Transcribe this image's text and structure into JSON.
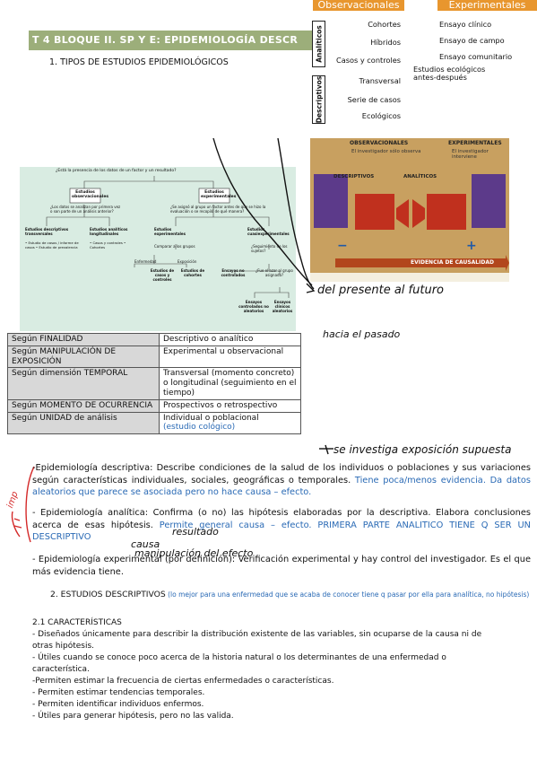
{
  "title": "T 4 BLOQUE II. SP Y E: EPIDEMIOLOGÍA DESCR",
  "heading1": "1.   TIPOS DE ESTUDIOS EPIDEMIOLÓGICOS",
  "classification": {
    "obs_header": "Observacionales",
    "exp_header": "Experimentales",
    "analiticos_label": "Analíticos",
    "descriptivos_label": "Descriptivos",
    "obs_items": [
      "Cohortes",
      "Híbridos",
      "Casos y controles",
      "Transversal",
      "Serie de casos",
      "Ecológicos"
    ],
    "exp_items": [
      "Ensayo clínico",
      "Ensayo de campo",
      "Ensayo comunitario",
      "Estudios ecológicos",
      "antes-después"
    ]
  },
  "flowchart": {
    "top": "¿Está la presencia de los datos de un factor y un resultado?",
    "yes": "Sí",
    "no": "No",
    "left_box": "Estudios observacionales",
    "right_box": "Estudios experimentales",
    "q_left": "¿Los datos se analizan por primera vez o son parte de un análisis anterior?",
    "q_right": "¿Se asignó al grupo un factor antes de que se hizo la evaluación o se recopiló de qué manera?",
    "b1": "Estudios descriptivos transversales",
    "b2": "Estudios analíticos longitudinales",
    "b3": "Estudios experimentales",
    "b4": "Estudios cuasiexperimentales",
    "l1": "• Estudio de casos / informe de casos • Estudio de prevalencia",
    "l2": "• Casos y controles • Cohortes",
    "m1": "Comparar a los grupos",
    "m2": "¿Seguimiento de los sujetos?",
    "e1": "Enfermedad",
    "e2": "Exposición",
    "f1": "Estudios de casos y controles",
    "f2": "Estudios de cohortes",
    "f3": "Ensayos no controlados",
    "f4": "¿Fue el azar al grupo asignado?",
    "g1": "Ensayos controlados no aleatorios",
    "g2": "Ensayos clínicos aleatorios"
  },
  "photo": {
    "obs": "OBSERVACIONALES",
    "exp": "EXPERIMENTALES",
    "obs_sub": "El investigador sólo observa",
    "exp_sub": "El investigador interviene",
    "desc": "DESCRIPTIVOS",
    "anal": "ANALÍTICOS",
    "evidence": "EVIDENCIA DE CAUSALIDAD",
    "minus": "−",
    "plus": "+"
  },
  "table": [
    {
      "k": "Según FINALIDAD",
      "v": "Descriptivo o analítico",
      "extra": ""
    },
    {
      "k": "Según MANIPULACIÓN DE EXPOSICIÓN",
      "v": "Experimental u observacional",
      "extra": ""
    },
    {
      "k": "Según dimensión TEMPORAL",
      "v": "Transversal (momento concreto) o longitudinal (seguimiento en el tiempo)",
      "extra": ""
    },
    {
      "k": "Según MOMENTO DE OCURRENCIA",
      "v": "Prospectivos o retrospectivo",
      "extra": ""
    },
    {
      "k": "Según UNIDAD de análisis",
      "v": "Individual o poblacional",
      "extra": "(estudio cológico)"
    }
  ],
  "annotations": {
    "a1": "del presente al futuro",
    "a2": "hacia el pasado",
    "a3": "se investiga exposición supuesta",
    "a4": "imp",
    "a5": "resultado",
    "a6": "causa",
    "a7": "manipulación del efecto"
  },
  "paragraphs": {
    "p1": "-Epidemiología descriptiva: Describe condiciones de la salud de los individuos o poblaciones y sus variaciones según características individuales, sociales, geográficas o temporales.",
    "p1_blue": " Tiene poca/menos evidencia. Da datos aleatorios que parece se asociada pero no hace causa – efecto.",
    "p2": "- Epidemiología analítica: Confirma (o no) las hipótesis elaboradas por la descriptiva. Elabora conclusiones acerca de esas hipótesis.",
    "p2_blue": " Permite general causa – efecto. PRIMERA PARTE ANALITICO TIENE Q SER UN DESCRIPTIVO",
    "p3": "- Epidemiología experimental (por definición): Verificación experimental y hay control del investigador. Es el que más evidencia tiene.",
    "h2": "2.   ESTUDIOS DESCRIPTIVOS",
    "h2_blue": " (lo mejor para una enfermedad que se acaba de conocer tiene q pasar por ella para analítica, no hipótesis)",
    "h21": "2.1 CARACTERÍSTICAS",
    "bullets": [
      "- Diseñados únicamente para describir la distribución existente de las variables, sin ocuparse de la causa ni de otras hipótesis.",
      "- Útiles cuando se conoce poco acerca de la historia natural o los determinantes de una enfermedad o característica.",
      "-Permiten estimar la frecuencia de ciertas enfermedades o características.",
      "- Permiten estimar tendencias temporales.",
      "- Permiten identificar individuos enfermos.",
      "- Útiles para generar hipótesis, pero no las valida."
    ]
  }
}
